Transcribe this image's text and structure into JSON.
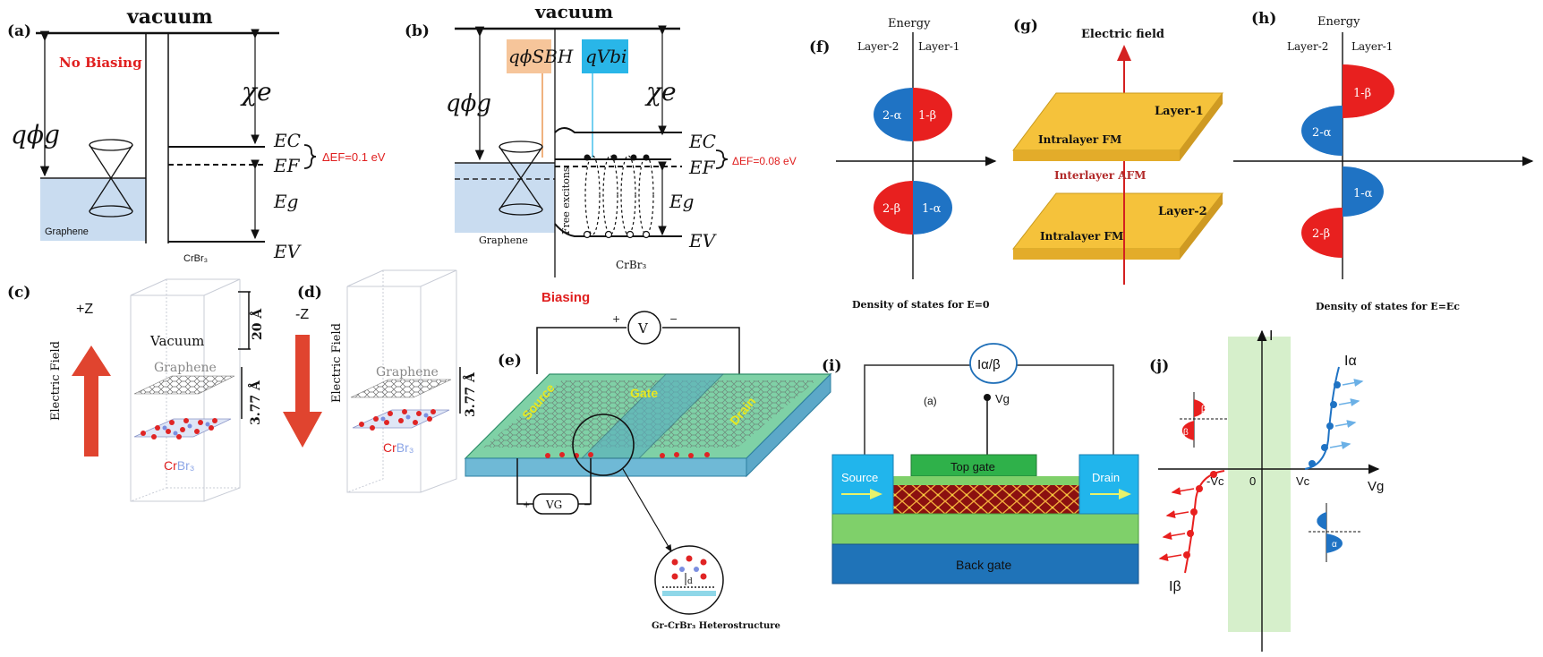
{
  "panels": {
    "a": {
      "label": "(a)",
      "vacuum": "vacuum",
      "no_biasing": "No Biasing",
      "phi_g": "qϕg",
      "chi_e": "χe",
      "ec": "EC",
      "ef": "EF",
      "eg": "Eg",
      "ev": "EV",
      "delta_ef": "ΔEF=0.1 eV",
      "graphene": "Graphene",
      "crbr3": "CrBr₃"
    },
    "b": {
      "label": "(b)",
      "vacuum": "vacuum",
      "phi_g": "qϕg",
      "phi_sbh": "qϕSBH",
      "vbi": "qVbi",
      "chi_e": "χe",
      "ec": "EC",
      "ef": "EF",
      "eg": "Eg",
      "ev": "EV",
      "delta_ef": "ΔEF=0.08 eV",
      "free_excitons": "Free excitons",
      "graphene": "Graphene",
      "crbr3": "CrBr₃",
      "biasing": "Biasing"
    },
    "c": {
      "label": "(c)",
      "direction": "+Z",
      "field": "Electric Field",
      "vacuum": "Vacuum",
      "dist_vac": "20 Å",
      "graphene": "Graphene",
      "dist": "3.77 Å",
      "cr": "Cr",
      "br3": "Br₃"
    },
    "d": {
      "label": "(d)",
      "direction": "-Z",
      "field": "Electric Field",
      "graphene": "Graphene",
      "dist": "3.77 Å",
      "cr": "Cr",
      "br3": "Br₃"
    },
    "e": {
      "label": "(e)",
      "v": "V",
      "vg": "VG",
      "source": "Source",
      "gate": "Gate",
      "drain": "Drain",
      "d": "d",
      "hetero": "Gr-CrBr₃ Heterostructure"
    },
    "f": {
      "label": "(f)",
      "energy": "Energy",
      "layer2": "Layer-2",
      "layer1": "Layer-1",
      "q_tl": "2-α",
      "q_tr": "1-β",
      "q_bl": "2-β",
      "q_br": "1-α",
      "caption": "Density of states for E=0"
    },
    "g": {
      "label": "(g)",
      "efield": "Electric field",
      "layer1": "Layer-1",
      "intra1": "Intralayer  FM",
      "inter": "Interlayer AFM",
      "layer2": "Layer-2",
      "intra2": "Intralayer  FM"
    },
    "h": {
      "label": "(h)",
      "energy": "Energy",
      "layer2": "Layer-2",
      "layer1": "Layer-1",
      "q1": "1-β",
      "q2": "2-α",
      "q3": "1-α",
      "q4": "2-β",
      "caption": "Density of states for E=Ec"
    },
    "i": {
      "label": "(i)",
      "meter": "Iα/β",
      "sub": "(a)",
      "vg": "Vg",
      "top_gate": "Top gate",
      "source": "Source",
      "drain": "Drain",
      "back_gate": "Back gate"
    },
    "j": {
      "label": "(j)",
      "i_axis": "I",
      "vg_axis": "Vg",
      "i_alpha": "Iα",
      "i_beta": "Iβ",
      "neg_vc": "-Vc",
      "zero": "0",
      "vc": "Vc",
      "beta": "β",
      "alpha": "α"
    }
  },
  "colors": {
    "red": "#e8201f",
    "blue": "#1f73c4",
    "yellow": "#f5c23b",
    "green": "#6cc04a",
    "graphene_fill": "#c9dcf0",
    "orange_box": "#f6c59a",
    "cyan_box": "#29b6e8"
  }
}
